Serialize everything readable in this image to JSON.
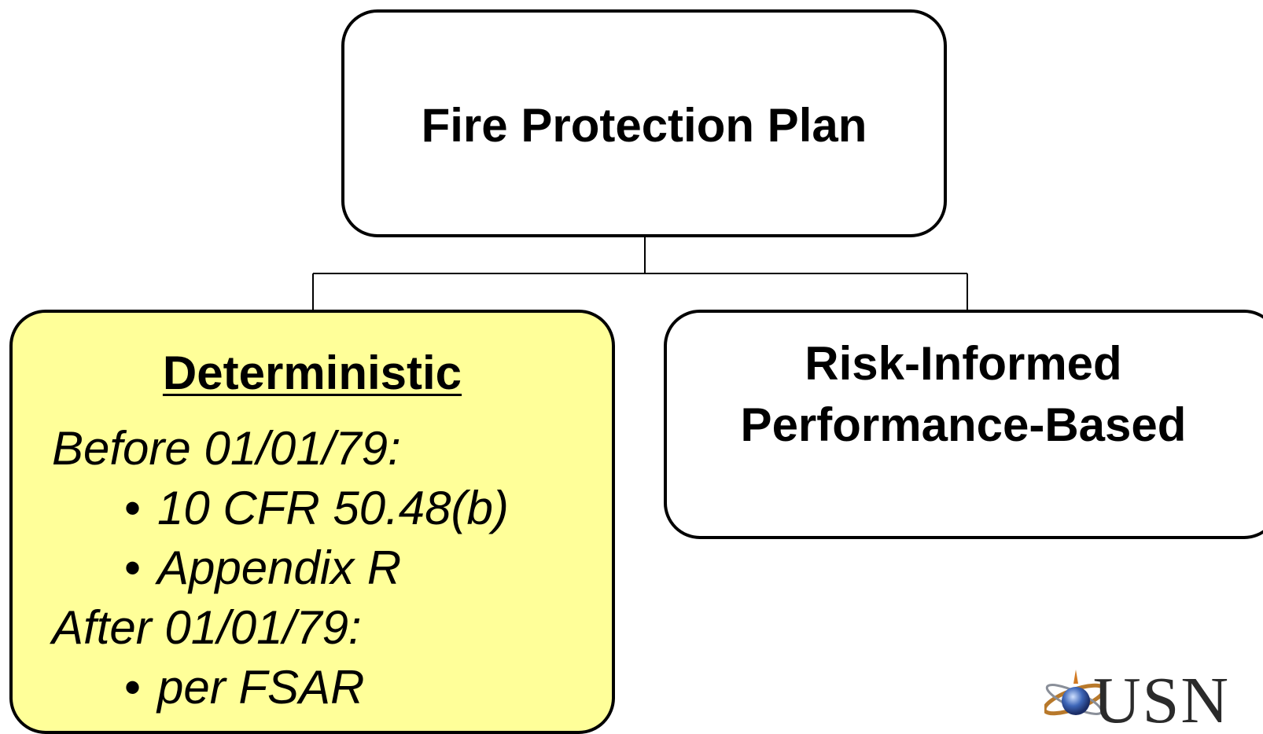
{
  "root": {
    "title": "Fire Protection Plan"
  },
  "deterministic": {
    "title": "Deterministic",
    "before_label": "Before 01/01/79:",
    "before_items": [
      "10 CFR 50.48(b)",
      "Appendix R"
    ],
    "after_label": "After 01/01/79:",
    "after_items": [
      "per FSAR"
    ],
    "bullet": "•",
    "fill_color": "#ffff99"
  },
  "risk_informed": {
    "line1": "Risk-Informed",
    "line2": "Performance-Based"
  },
  "logo": {
    "text": "USN",
    "icon": "atom-globe-icon"
  }
}
